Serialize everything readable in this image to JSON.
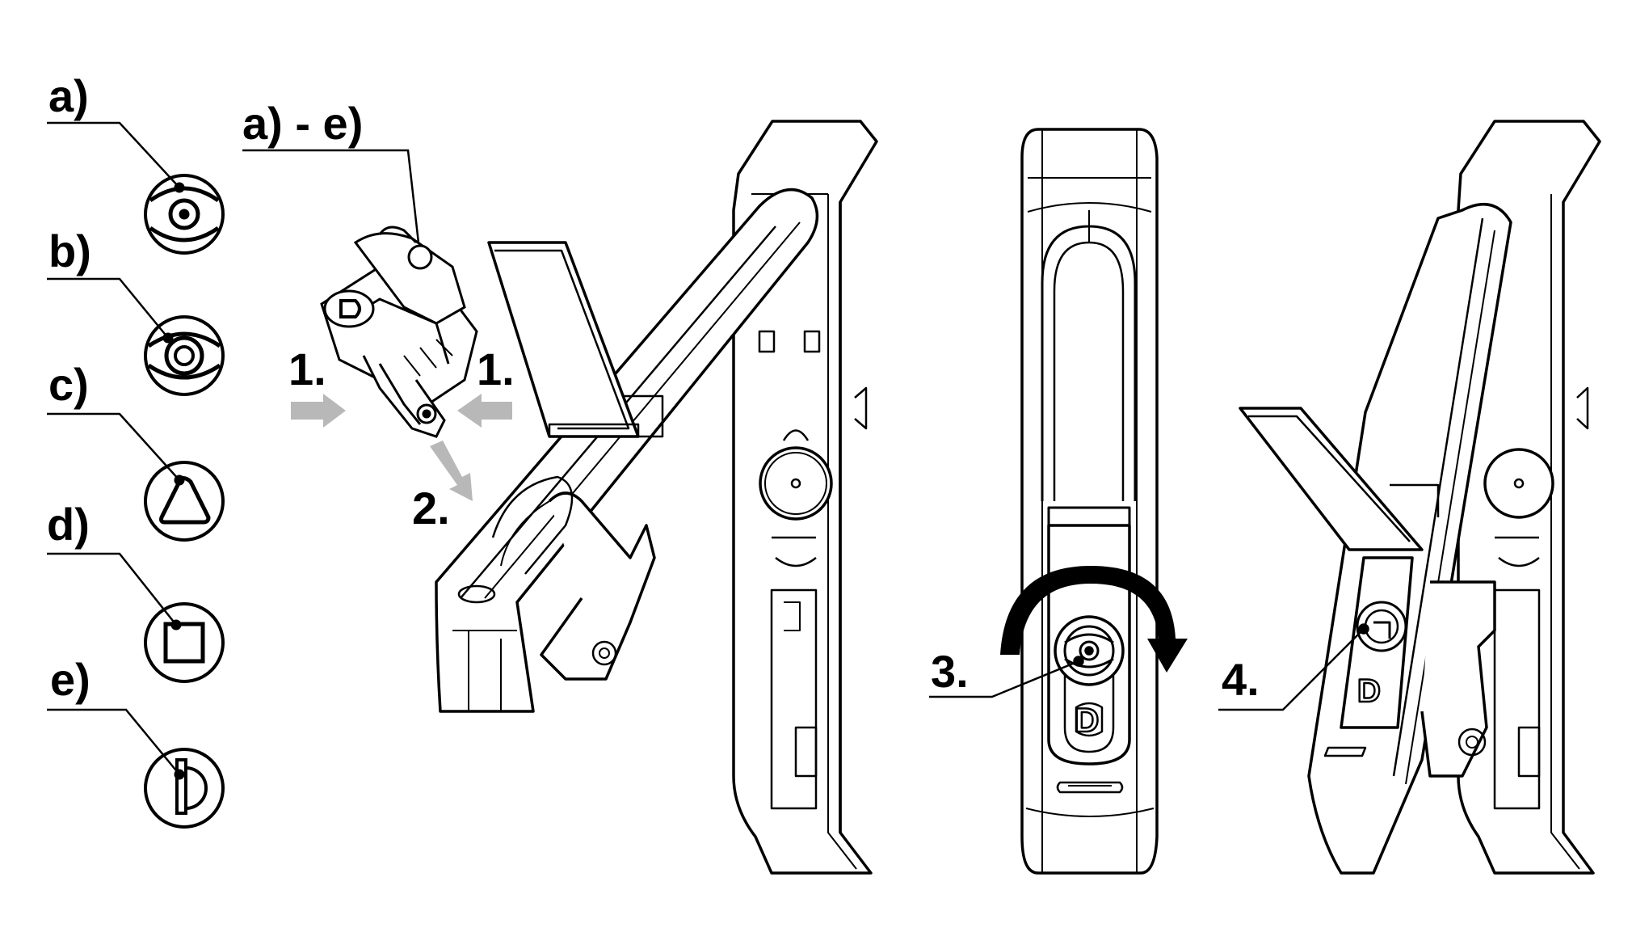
{
  "diagram": {
    "insert_types": [
      {
        "label": "a)",
        "icon": "double-circle-dot-icon"
      },
      {
        "label": "b)",
        "icon": "double-circle-ring-icon"
      },
      {
        "label": "c)",
        "icon": "triangle-key-icon"
      },
      {
        "label": "d)",
        "icon": "square-key-icon"
      },
      {
        "label": "e)",
        "icon": "half-moon-key-icon"
      }
    ],
    "insert_label": "a) - e)",
    "steps": {
      "step1_left": "1.",
      "step1_right": "1.",
      "step2": "2.",
      "step3": "3.",
      "step4": "4."
    },
    "cylinder_letter": "D",
    "colors": {
      "line": "#000000",
      "arrow_fill": "#b8b8b8",
      "background": "#ffffff"
    }
  }
}
